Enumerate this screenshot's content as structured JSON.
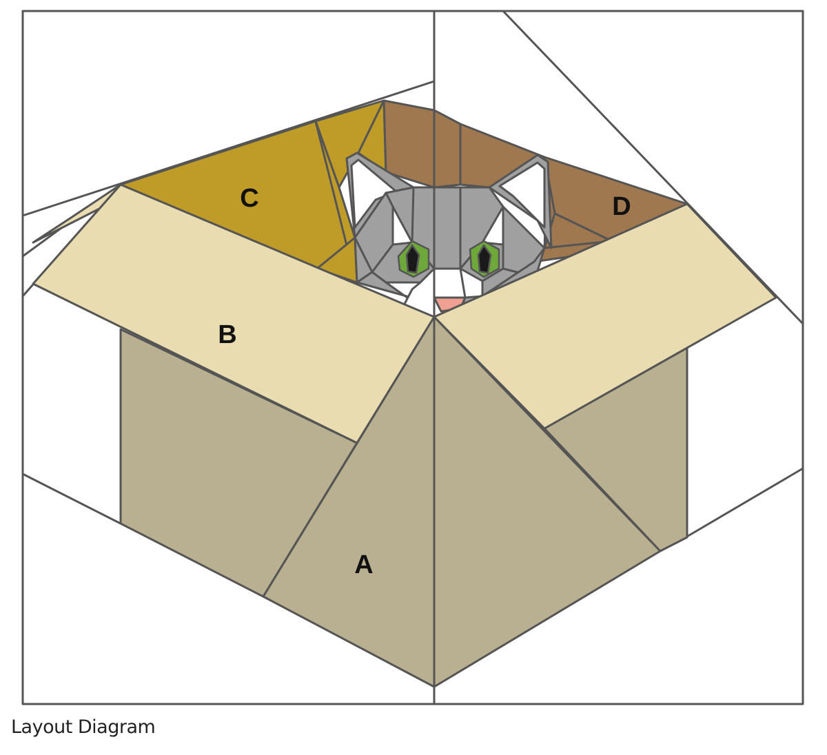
{
  "diagram": {
    "caption": "Layout Diagram",
    "labels": {
      "a": "A",
      "b": "B",
      "c": "C",
      "d": "D"
    },
    "palette": {
      "outline": "#555555",
      "box_front": "#b8b090",
      "flap_light": "#e8dcb0",
      "flap_c": "#bf9b28",
      "flap_d": "#a07850",
      "cat_fur": "#a0a0a0",
      "cat_ear_inner": "#ffffff",
      "cat_eye": "#6fa83a",
      "cat_pupil": "#1a1a1a",
      "cat_nose": "#f0a090",
      "background": "#ffffff"
    }
  }
}
